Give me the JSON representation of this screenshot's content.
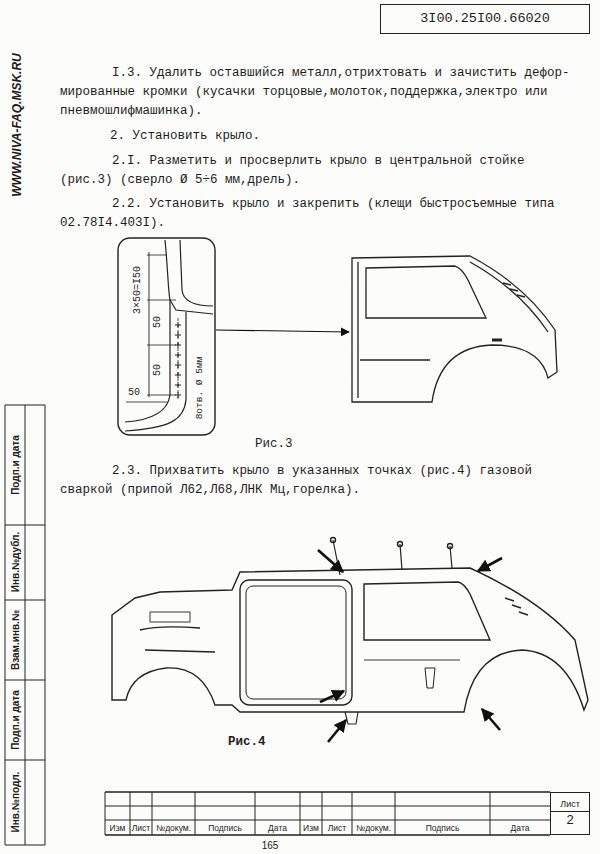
{
  "diagram": {
    "nodes": [
      {
        "text": [
          "3I00.25I00.66020"
        ]
      },
      {
        "text": [
          "Лист",
          "2"
        ]
      }
    ],
    "labels": [
      "WWW.NIVA-FAQ.MSK.RU",
      "I.3. Удалить оставшийся металл,отрихтовать и зачистить дефор- мированные кромки (кусачки торцовые,молоток,поддержка,электро или пневмошлифмашинка).",
      "2. Установить крыло.",
      "2.I. Разметить и просверлить крыло в центральной стойке (рис.3) (сверло Ø 5÷6 мм,дрель).",
      "2.2. Установить крыло и закрепить (клещи быстросъемные типа 02.78I4.403I).",
      "3×50=I50",
      "50",
      "50",
      "50",
      "8отв. Ø 5мм",
      "Рис.3",
      "2.3. Прихватить крыло в указанных точках (рис.4) газовой сваркой (припой Л62,Л68,ЛНК Мц,горелка).",
      "Рис.4",
      "Инв.№подл.",
      "Подп.и дата",
      "Взам.инв.№",
      "Инв.№дубл.",
      "Подп.и дата",
      "Изм",
      "Лист",
      "№докум.",
      "Подпись",
      "Дата",
      "Изм",
      "Лист",
      "№докум.",
      "Подпись",
      "Дата",
      "165"
    ]
  }
}
